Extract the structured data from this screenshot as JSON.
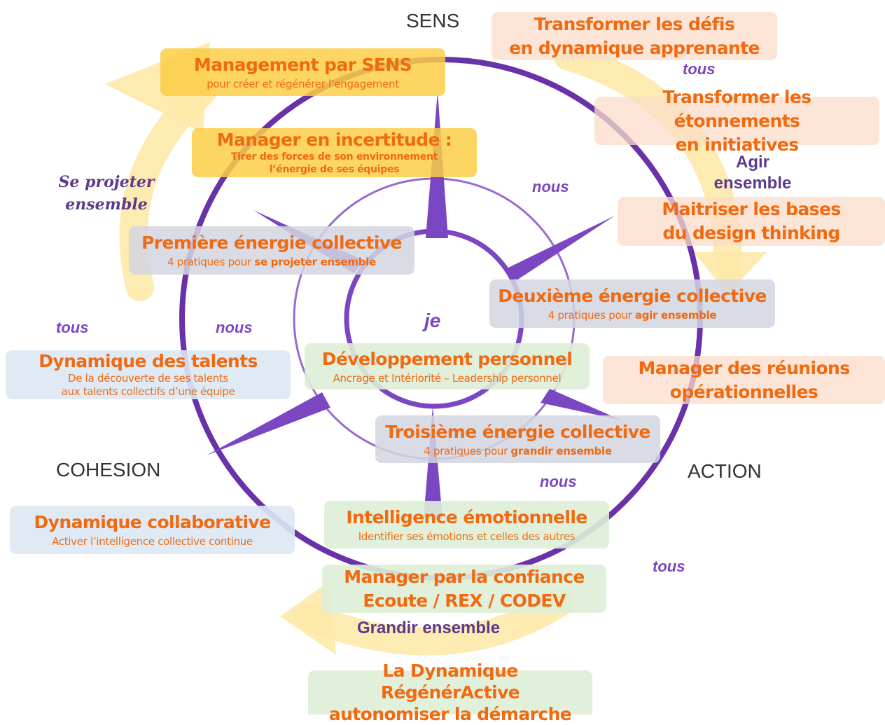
{
  "axes": {
    "top": "SENS",
    "left": "COHESION",
    "right": "ACTION"
  },
  "center_label": "je",
  "scope_labels": {
    "nous_top": "nous",
    "nous_left": "nous",
    "nous_bottom": "nous",
    "tous_left": "tous",
    "tous_top": "tous",
    "tous_bottom": "tous"
  },
  "cycle_labels": {
    "se_projeter": [
      "Se projeter",
      "ensemble"
    ],
    "agir": [
      "Agir",
      "ensemble"
    ],
    "grandir": "Grandir ensemble"
  },
  "boxes": {
    "management_sens": {
      "title": "Management par SENS",
      "sub": "pour créer et régénérer l’engagement"
    },
    "incertitude": {
      "title": "Manager en incertitude :",
      "sub1": "Tirer des forces de son environnement",
      "sub2": "l’énergie de ses équipes"
    },
    "defis": {
      "line1": "Transformer les défis",
      "line2": "en dynamique apprenante"
    },
    "etonnements": {
      "line1": "Transformer les étonnements",
      "line2": "en initiatives"
    },
    "design": {
      "line1": "Maitriser les bases",
      "line2": "du design thinking"
    },
    "premiere": {
      "title": "Première énergie collective",
      "sub_pre": "4 pratiques pour ",
      "sub_bold": "se projeter ensemble"
    },
    "deuxieme": {
      "title": "Deuxième énergie collective",
      "sub_pre": "4 pratiques pour ",
      "sub_bold": "agir ensemble"
    },
    "troisieme": {
      "title": "Troisième énergie collective",
      "sub_pre": "4 pratiques pour ",
      "sub_bold": "grandir ensemble"
    },
    "developpement": {
      "title": "Développement personnel",
      "sub": "Ancrage et Intériorité – Leadership personnel"
    },
    "talents": {
      "title": "Dynamique des talents",
      "sub1": "De la découverte de ses talents",
      "sub2": "aux talents collectifs d’une équipe"
    },
    "reunions": {
      "line1": "Manager des réunions",
      "line2": "opérationnelles"
    },
    "collaborative": {
      "title": "Dynamique collaborative",
      "sub": "Activer l’intelligence collective continue"
    },
    "emotionnelle": {
      "title": "Intelligence émotionnelle",
      "sub": "Identifier ses émotions et celles des autres"
    },
    "confiance": {
      "line1": "Manager par la confiance",
      "line2": "Ecoute / REX / CODEV"
    },
    "regenerative": {
      "line1": "La Dynamique RégénérActive",
      "line2": "autonomiser la démarche"
    }
  },
  "colors": {
    "orange_text": "#f06a12",
    "purple_ring": "#6a32a8",
    "purple_light": "#9a6ad0",
    "arrow_yellow": "#fde9a8",
    "box_yellow": "#fcce46",
    "box_peach": "#fbdcc8",
    "box_gray": "#d4d6e0",
    "box_green": "#deeed6",
    "box_blue": "#dce8f4"
  }
}
